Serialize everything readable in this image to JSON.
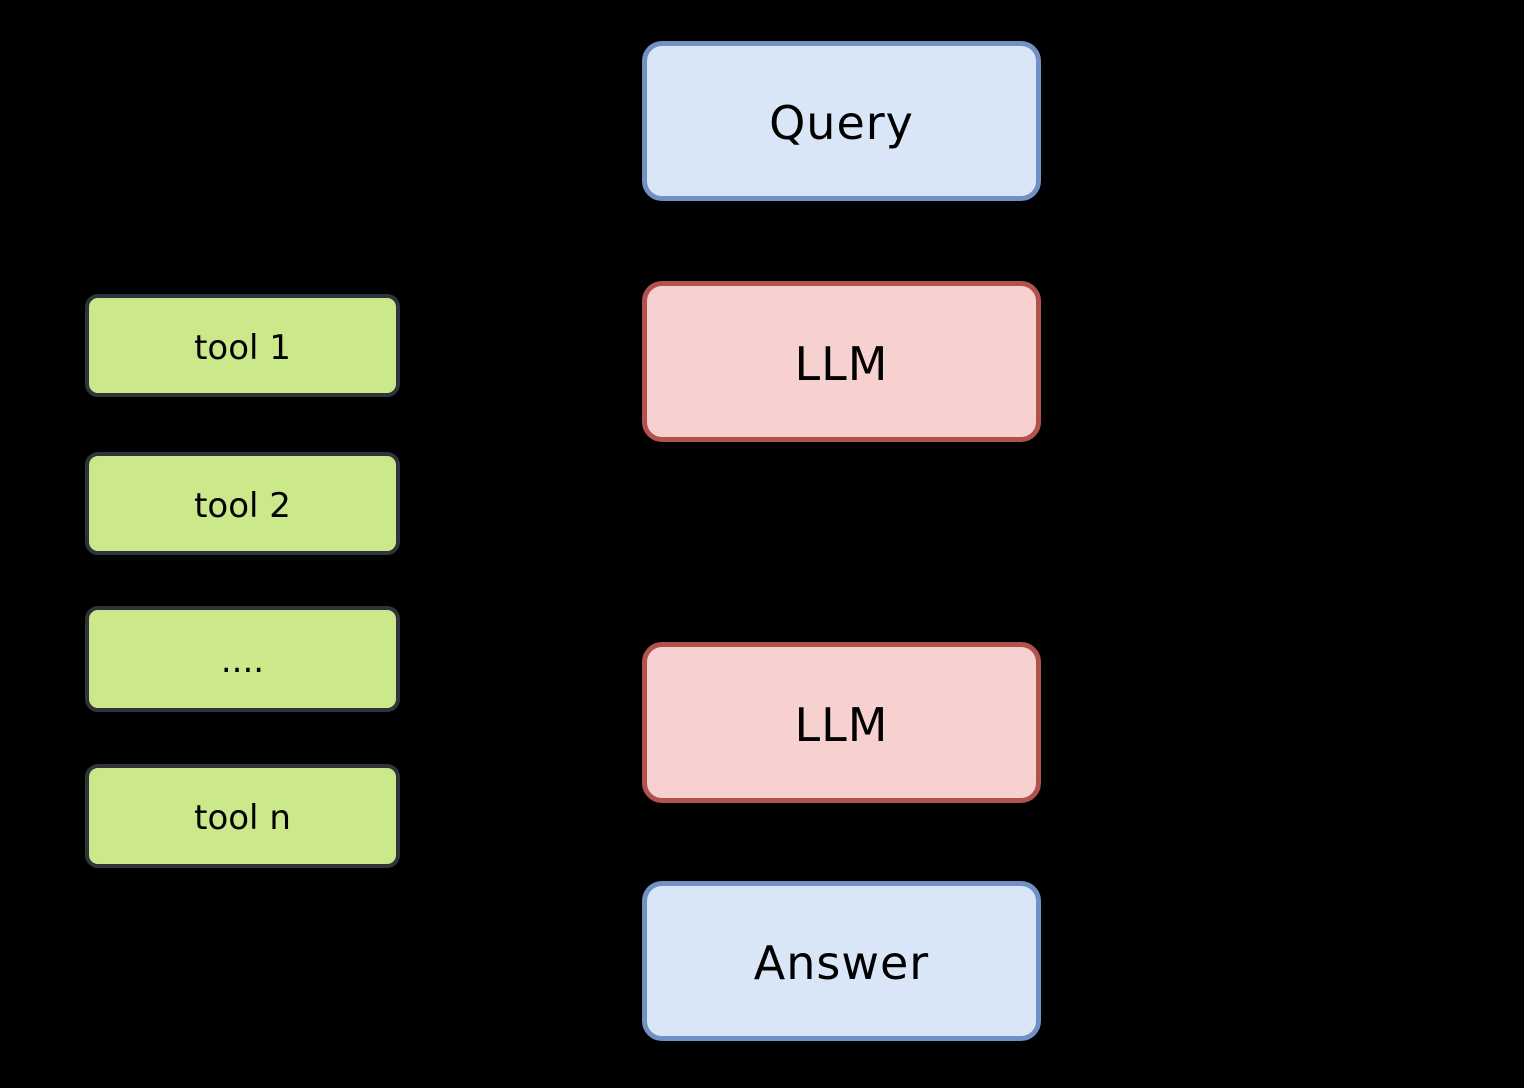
{
  "colors": {
    "canvas-bg": "#000000",
    "blue-fill": "#d9e6f8",
    "blue-border": "#7191c4",
    "pink-fill": "#f7d1d0",
    "red-border": "#b0524e",
    "green-fill": "#cbe88b",
    "dark-border": "#2e343a",
    "text": "#000000"
  },
  "diagram": {
    "flow_nodes": [
      {
        "id": "query",
        "label": "Query"
      },
      {
        "id": "llm-1",
        "label": "LLM"
      },
      {
        "id": "llm-2",
        "label": "LLM"
      },
      {
        "id": "answer",
        "label": "Answer"
      }
    ],
    "tool_nodes": [
      {
        "id": "tool-1",
        "label": "tool 1"
      },
      {
        "id": "tool-2",
        "label": "tool 2"
      },
      {
        "id": "tools-ellipsis",
        "label": "...."
      },
      {
        "id": "tool-n",
        "label": "tool n"
      }
    ]
  }
}
